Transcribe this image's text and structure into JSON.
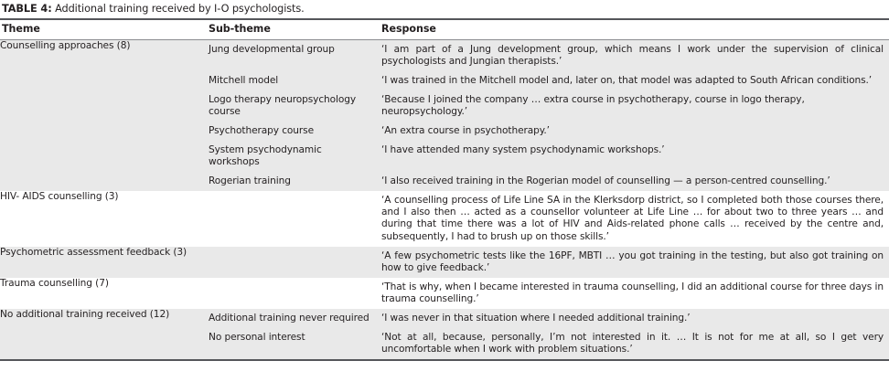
{
  "caption": {
    "label": "TABLE 4:",
    "text": " Additional training received by I-O psychologists."
  },
  "columns": {
    "theme": "Theme",
    "subtheme": "Sub-theme",
    "response": "Response"
  },
  "colors": {
    "text": "#231f20",
    "row_shade": "#e9e9e9",
    "row_plain": "#ffffff",
    "rule_heavy": "#55565a",
    "rule_thin": "#8a8c8f"
  },
  "rows": [
    {
      "theme": "Counselling approaches (8)",
      "shaded": true,
      "entries": [
        {
          "subtheme": "Jung developmental group",
          "response": "‘I am part of a Jung development group, which means I work under the supervision of clinical psychologists and Jungian therapists.’"
        },
        {
          "subtheme": "Mitchell model",
          "response": "‘I was trained in the Mitchell model and, later on, that model was adapted to South African conditions.’"
        },
        {
          "subtheme": "Logo therapy neuropsychology course",
          "response": "‘Because I joined the company … extra course in psychotherapy, course in logo therapy, neuropsychology.’"
        },
        {
          "subtheme": "Psychotherapy course",
          "response": "‘An extra course in psychotherapy.’"
        },
        {
          "subtheme": "System psychodynamic workshops",
          "response": "‘I have attended many system psychodynamic workshops.’"
        },
        {
          "subtheme": "Rogerian training",
          "response": "‘I also received training in the Rogerian model of counselling — a person-centred counselling.’"
        }
      ]
    },
    {
      "theme": "HIV- AIDS counselling (3)",
      "shaded": false,
      "entries": [
        {
          "subtheme": "",
          "response": "‘A counselling process of Life Line SA in the Klerksdorp district, so I completed both those courses there, and I also then … acted as a counsellor volunteer at Life Line … for about two to three years … and during that time there was a lot of HIV and Aids-related phone calls … received by the centre and, subsequently, I had to brush up on those skills.’"
        }
      ]
    },
    {
      "theme": "Psychometric assessment feedback (3)",
      "shaded": true,
      "entries": [
        {
          "subtheme": "",
          "response": "‘A few psychometric tests like the 16PF, MBTI … you got training in the testing, but also got training on how to give feedback.’"
        }
      ]
    },
    {
      "theme": "Trauma counselling (7)",
      "shaded": false,
      "entries": [
        {
          "subtheme": "",
          "response": "‘That is why, when I became interested in trauma counselling, I did an additional course for three days in trauma counselling.’"
        }
      ]
    },
    {
      "theme": "No additional training received (12)",
      "shaded": true,
      "entries": [
        {
          "subtheme": "Additional training never required",
          "response": "‘I was never in that situation where I needed additional training.’"
        },
        {
          "subtheme": "No personal interest",
          "response": "‘Not at all, because, personally, I’m not interested in it. … It is not for me at all, so I get very uncomfortable when I work with problem situations.’"
        }
      ]
    }
  ]
}
